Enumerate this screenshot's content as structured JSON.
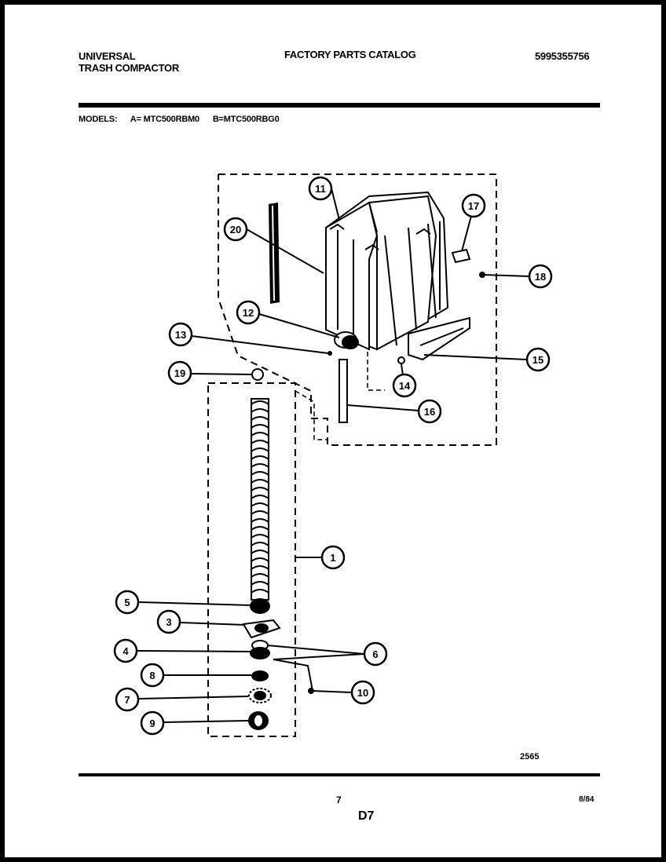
{
  "header": {
    "brand_line1": "UNIVERSAL",
    "brand_line2": "TRASH COMPACTOR",
    "catalog_title": "FACTORY PARTS CATALOG",
    "catalog_number": "5995355756"
  },
  "models": {
    "label": "MODELS:",
    "model_a": "A= MTC500RBM0",
    "model_b": "B=MTC500RBG0"
  },
  "callouts": [
    "11",
    "17",
    "20",
    "18",
    "12",
    "13",
    "15",
    "19",
    "14",
    "16",
    "1",
    "5",
    "3",
    "4",
    "6",
    "8",
    "10",
    "7",
    "9"
  ],
  "footer": {
    "drawing_code": "2565",
    "page_number": "7",
    "section": "D7",
    "date": "8/84"
  }
}
